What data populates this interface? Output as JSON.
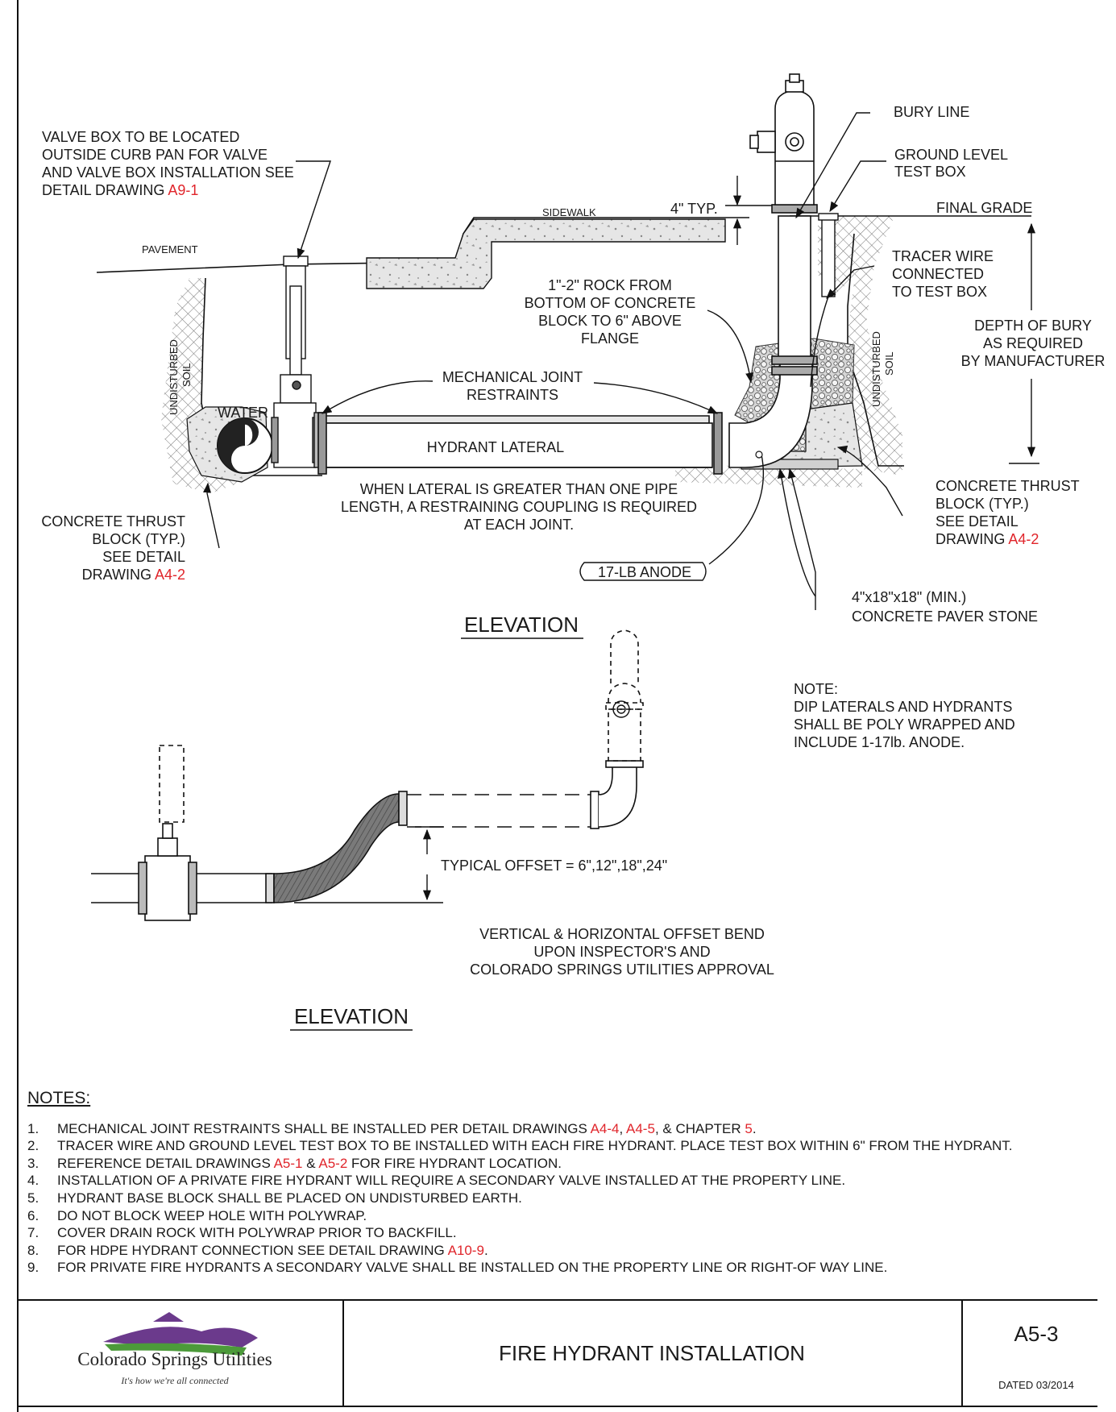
{
  "elevation_top": {
    "title": "ELEVATION",
    "valve_box_note": [
      "VALVE BOX TO BE LOCATED",
      "OUTSIDE CURB PAN FOR VALVE",
      "AND VALVE BOX INSTALLATION SEE"
    ],
    "valve_box_note_last": "DETAIL DRAWING ",
    "valve_box_ref": "A9-1",
    "pavement": "PAVEMENT",
    "sidewalk": "SIDEWALK",
    "typ_4": "4\" TYP.",
    "bury_line": "BURY LINE",
    "ground_level_test_box": [
      "GROUND LEVEL",
      "TEST BOX"
    ],
    "final_grade": "FINAL GRADE",
    "tracer_wire": [
      "TRACER WIRE",
      "CONNECTED",
      "TO TEST BOX"
    ],
    "depth_of_bury": [
      "DEPTH OF BURY",
      "AS REQUIRED",
      "BY MANUFACTURER"
    ],
    "rock_note": [
      "1\"-2\" ROCK FROM",
      "BOTTOM OF CONCRETE",
      "BLOCK TO 6\" ABOVE",
      "FLANGE"
    ],
    "mj_restraints": [
      "MECHANICAL JOINT",
      "RESTRAINTS"
    ],
    "undisturbed_soil_top": "UNDISTURBED",
    "undisturbed_soil_bottom": "SOIL",
    "water": "WATER",
    "hydrant_lateral": "HYDRANT LATERAL",
    "lateral_note": [
      "WHEN LATERAL IS GREATER THAN ONE PIPE",
      "LENGTH, A RESTRAINING COUPLING IS REQUIRED",
      "AT EACH JOINT."
    ],
    "thrust_left": [
      "CONCRETE THRUST",
      "BLOCK (TYP.)",
      "SEE DETAIL",
      "DRAWING "
    ],
    "thrust_left_ref": "A4-2",
    "thrust_right": [
      "CONCRETE THRUST",
      "BLOCK (TYP.)",
      "SEE DETAIL",
      "DRAWING "
    ],
    "thrust_right_ref": "A4-2",
    "anode": "17-LB ANODE",
    "paver": [
      "4\"x18\"x18\" (MIN.)",
      "CONCRETE PAVER STONE"
    ]
  },
  "note_box": {
    "head": "NOTE:",
    "lines": [
      "DIP LATERALS AND HYDRANTS",
      "SHALL BE POLY WRAPPED AND",
      "INCLUDE 1-17lb. ANODE."
    ]
  },
  "elevation_bottom": {
    "title": "ELEVATION",
    "offset": "TYPICAL OFFSET = 6\",12\",18\",24\"",
    "bend_note": [
      "VERTICAL & HORIZONTAL OFFSET BEND",
      "UPON INSPECTOR'S AND",
      "COLORADO SPRINGS UTILITIES APPROVAL"
    ]
  },
  "notes": {
    "heading": "NOTES:",
    "items": [
      {
        "num": "1.",
        "parts": [
          {
            "t": "MECHANICAL JOINT RESTRAINTS SHALL BE INSTALLED PER DETAIL  DRAWINGS "
          },
          {
            "t": "A4-4",
            "ref": true
          },
          {
            "t": ", "
          },
          {
            "t": "A4-5",
            "ref": true
          },
          {
            "t": ", & CHAPTER "
          },
          {
            "t": "5",
            "ref": true
          },
          {
            "t": "."
          }
        ]
      },
      {
        "num": "2.",
        "parts": [
          {
            "t": "TRACER WIRE AND GROUND LEVEL TEST BOX TO BE INSTALLED WITH EACH FIRE HYDRANT. PLACE TEST BOX WITHIN 6\" FROM THE HYDRANT."
          }
        ]
      },
      {
        "num": "3.",
        "parts": [
          {
            "t": "REFERENCE DETAIL DRAWINGS "
          },
          {
            "t": "A5-1",
            "ref": true
          },
          {
            "t": " & "
          },
          {
            "t": "A5-2",
            "ref": true
          },
          {
            "t": " FOR FIRE HYDRANT LOCATION."
          }
        ]
      },
      {
        "num": "4.",
        "parts": [
          {
            "t": "INSTALLATION OF A PRIVATE FIRE HYDRANT WILL REQUIRE A SECONDARY VALVE INSTALLED AT THE PROPERTY LINE."
          }
        ]
      },
      {
        "num": "5.",
        "parts": [
          {
            "t": "HYDRANT BASE BLOCK SHALL BE PLACED ON UNDISTURBED EARTH."
          }
        ]
      },
      {
        "num": "6.",
        "parts": [
          {
            "t": "DO NOT BLOCK WEEP HOLE WITH POLYWRAP."
          }
        ]
      },
      {
        "num": "7.",
        "parts": [
          {
            "t": "COVER DRAIN ROCK WITH POLYWRAP PRIOR TO BACKFILL."
          }
        ]
      },
      {
        "num": "8.",
        "parts": [
          {
            "t": "FOR HDPE HYDRANT CONNECTION SEE DETAIL DRAWING "
          },
          {
            "t": "A10-9",
            "ref": true
          },
          {
            "t": "."
          }
        ]
      },
      {
        "num": "9.",
        "parts": [
          {
            "t": "FOR PRIVATE FIRE HYDRANTS A SECONDARY VALVE SHALL BE INSTALLED ON THE PROPERTY LINE OR RIGHT-OF WAY LINE."
          }
        ]
      }
    ]
  },
  "title_block": {
    "company": "Colorado Springs Utilities",
    "tagline": "It's how we're all connected",
    "title": "FIRE HYDRANT INSTALLATION",
    "drawing_number": "A5-3",
    "dated": "DATED 03/2014"
  },
  "colors": {
    "reference_red": "#e0252b",
    "logo_purple": "#6b3a8c",
    "logo_green": "#4c9a3a",
    "concrete": "#d8d8d8",
    "rock": "#bdbdbd"
  }
}
